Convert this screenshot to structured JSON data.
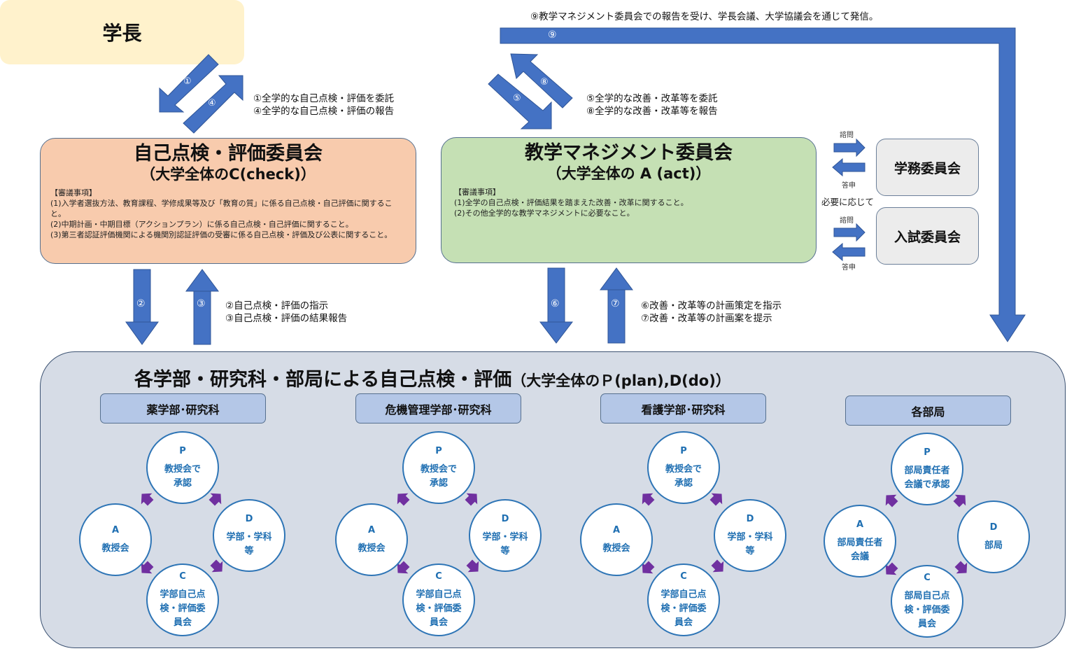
{
  "colors": {
    "arrow_blue": "#4472c4",
    "cycle_arrow_purple": "#7030a0",
    "president_fill": "#fff2cc",
    "self_eval_fill": "#f8cbad",
    "mgmt_fill": "#c5e0b4",
    "bottom_panel_fill": "#d6dce6",
    "dept_tab_fill": "#b4c7e7",
    "circle_text": "#1f6fb2"
  },
  "president": {
    "label": "学長"
  },
  "top_note": "⑨教学マネジメント委員会での報告を受け、学長会議、大学協議会を通じて発信。",
  "self_eval_committee": {
    "title": "自己点検・評価委員会",
    "subtitle": "（大学全体のC(check)）",
    "agenda_heading": "【審議事項】",
    "agenda_items": [
      "(1)入学者選抜方法、教育課程、学修成果等及び「教育の質」に係る自己点検・自己評価に関すること。",
      "(2)中期計画・中期目標（アクションプラン）に係る自己点検・自己評価に関すること。",
      "(3)第三者認証評価機関による機関別認証評価の受審に係る自己点検・評価及び公表に関すること。"
    ]
  },
  "mgmt_committee": {
    "title": "教学マネジメント委員会",
    "subtitle": "（大学全体の A (act)）",
    "agenda_heading": "【審議事項】",
    "agenda_items": [
      "(1)全学の自己点検・評価結果を踏まえた改善・改革に関すること。",
      "(2)その他全学的な教学マネジメントに必要なこと。"
    ]
  },
  "side_committees": {
    "gakumu": "学務委員会",
    "nyushi": "入試委員会",
    "consult_label": "諮問",
    "report_label": "答申",
    "as_needed": "必要に応じて"
  },
  "flow_notes": {
    "n1_4": [
      "①全学的な自己点検・評価を委託",
      "④全学的な自己点検・評価の報告"
    ],
    "n5_8": [
      "⑤全学的な改善・改革等を委託",
      "⑧全学的な改善・改革等を報告"
    ],
    "n2_3": [
      "②自己点検・評価の指示",
      "③自己点検・評価の結果報告"
    ],
    "n6_7": [
      "⑥改善・改革等の計画策定を指示",
      "⑦改善・改革等の計画案を提示"
    ]
  },
  "arrow_numbers": {
    "a1": "①",
    "a2": "②",
    "a3": "③",
    "a4": "④",
    "a5": "⑤",
    "a6": "⑥",
    "a7": "⑦",
    "a8": "⑧",
    "a9": "⑨"
  },
  "bottom": {
    "title": "各学部・研究科・部局による自己点検・評価",
    "title_suffix": "（大学全体のＰ(plan),D(do)）",
    "departments": [
      {
        "name": "薬学部･研究科",
        "cycle": {
          "P": {
            "letter": "P",
            "label": "教授会で\n承認"
          },
          "D": {
            "letter": "D",
            "label": "学部・学科\n等"
          },
          "C": {
            "letter": "C",
            "label": "学部自己点\n検・評価委\n員会"
          },
          "A": {
            "letter": "A",
            "label": "教授会"
          }
        }
      },
      {
        "name": "危機管理学部･研究科",
        "cycle": {
          "P": {
            "letter": "P",
            "label": "教授会で\n承認"
          },
          "D": {
            "letter": "D",
            "label": "学部・学科\n等"
          },
          "C": {
            "letter": "C",
            "label": "学部自己点\n検・評価委\n員会"
          },
          "A": {
            "letter": "A",
            "label": "教授会"
          }
        }
      },
      {
        "name": "看護学部･研究科",
        "cycle": {
          "P": {
            "letter": "P",
            "label": "教授会で\n承認"
          },
          "D": {
            "letter": "D",
            "label": "学部・学科\n等"
          },
          "C": {
            "letter": "C",
            "label": "学部自己点\n検・評価委\n員会"
          },
          "A": {
            "letter": "A",
            "label": "教授会"
          }
        }
      },
      {
        "name": "各部局",
        "cycle": {
          "P": {
            "letter": "P",
            "label": "部局責任者\n会議で承認"
          },
          "D": {
            "letter": "D",
            "label": "部局"
          },
          "C": {
            "letter": "C",
            "label": "部局自己点\n検・評価委\n員会"
          },
          "A": {
            "letter": "A",
            "label": "部局責任者\n会議"
          }
        }
      }
    ]
  }
}
